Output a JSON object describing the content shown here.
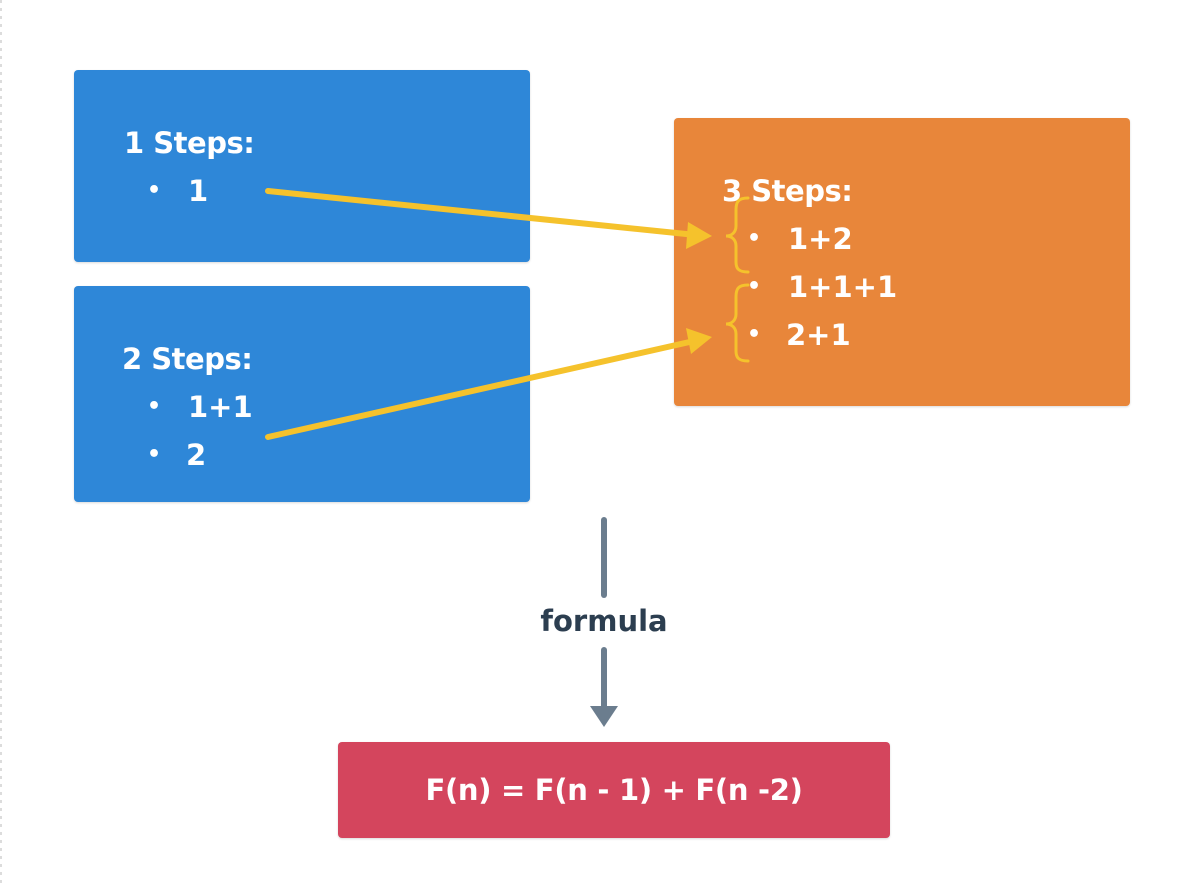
{
  "boxes": {
    "one": {
      "heading": "1 Steps:",
      "items": [
        "1"
      ]
    },
    "two": {
      "heading": "2 Steps:",
      "items": [
        "1+1",
        "2"
      ]
    },
    "three": {
      "heading": "3 Steps:",
      "items": [
        "1+2",
        "1+1+1",
        "2+1"
      ]
    },
    "result": {
      "text": "F(n) = F(n - 1) + F(n -2)"
    }
  },
  "connector": {
    "label": "formula"
  },
  "bullet_glyph": "•",
  "colors": {
    "blue_box": "#2e87d8",
    "orange_box": "#e8863a",
    "red_box": "#d4455d",
    "arrow_yellow": "#f5c22c",
    "connector_gray": "#6b7d8e",
    "label_text": "#2c3e50",
    "box_text": "#ffffff"
  }
}
